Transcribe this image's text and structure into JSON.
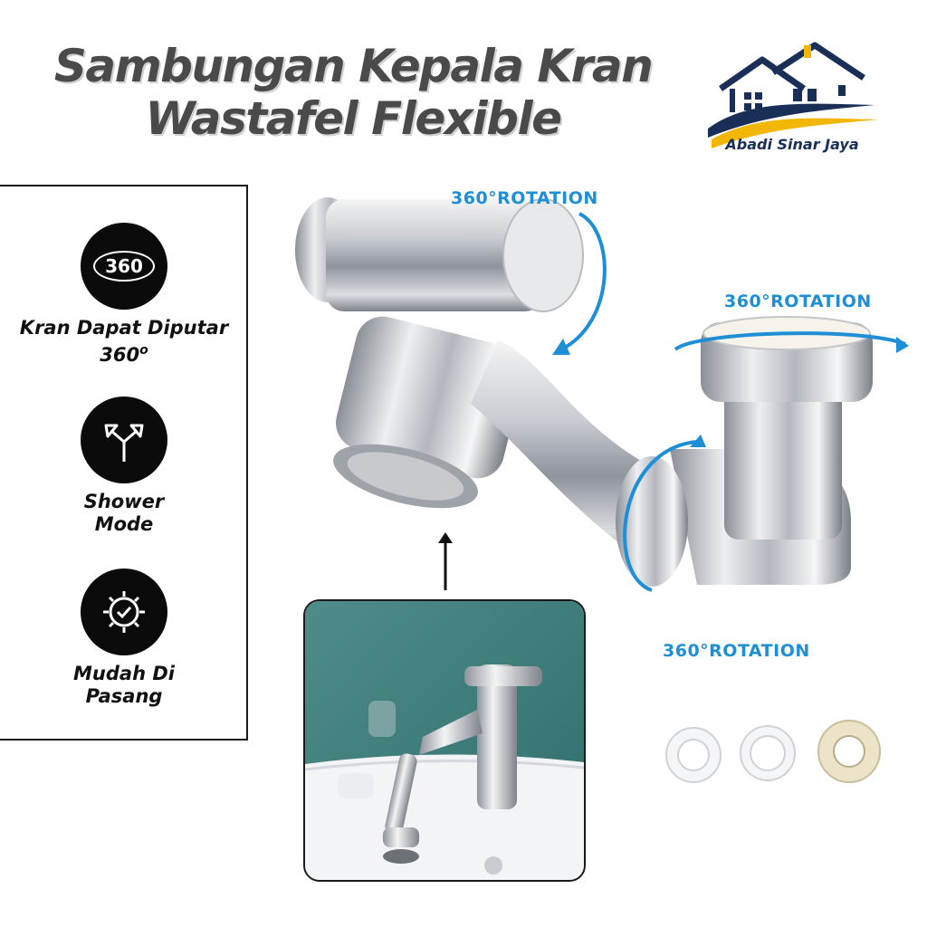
{
  "title": {
    "line1": "Sambungan Kepala Kran",
    "line2": "Wastafel Flexible"
  },
  "brand": {
    "name": "Abadi Sinar Jaya"
  },
  "features": [
    {
      "icon": "360-icon",
      "badge": "360",
      "label": "Kran Dapat Diputar 360",
      "superscript": "o"
    },
    {
      "icon": "split-arrows-icon",
      "label": "Shower Mode"
    },
    {
      "icon": "gear-check-icon",
      "label": "Mudah Di Pasang"
    }
  ],
  "rotation_labels": {
    "top": "360°ROTATION",
    "right": "360°ROTATION",
    "bottom": "360°ROTATION"
  },
  "colors": {
    "title": "#4a4a4a",
    "rotation_blue": "#1e8fd6",
    "brand_navy": "#1a2f58",
    "brand_gold": "#f2b705",
    "photo_bg": "#3d7d7a"
  }
}
